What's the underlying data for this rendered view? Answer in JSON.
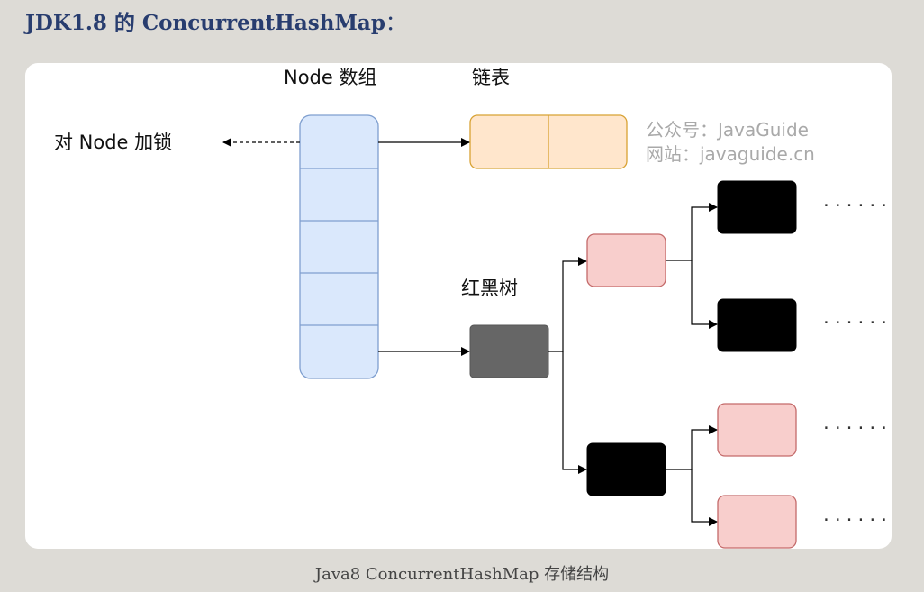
{
  "heading": {
    "title": "JDK1.8 的 ConcurrentHashMap",
    "colon": "："
  },
  "diagram": {
    "node_array_label": "Node 数组",
    "linked_list_label": "链表",
    "lock_label": "对 Node 加锁",
    "red_black_tree_label": "红黑树",
    "watermark_line1": "公众号：JavaGuide",
    "watermark_line2": "网站：javaguide.cn",
    "ellipsis": "·······",
    "colors": {
      "array_fill": "#dae8fc",
      "array_stroke": "#7f9fcf",
      "list_fill": "#ffe6cc",
      "list_stroke": "#d8a233",
      "red_node_fill": "#f8cecc",
      "red_node_stroke": "#c46a6a",
      "black_node_fill": "#000000",
      "tree_root_fill": "#666666"
    }
  },
  "caption": "Java8 ConcurrentHashMap 存储结构"
}
